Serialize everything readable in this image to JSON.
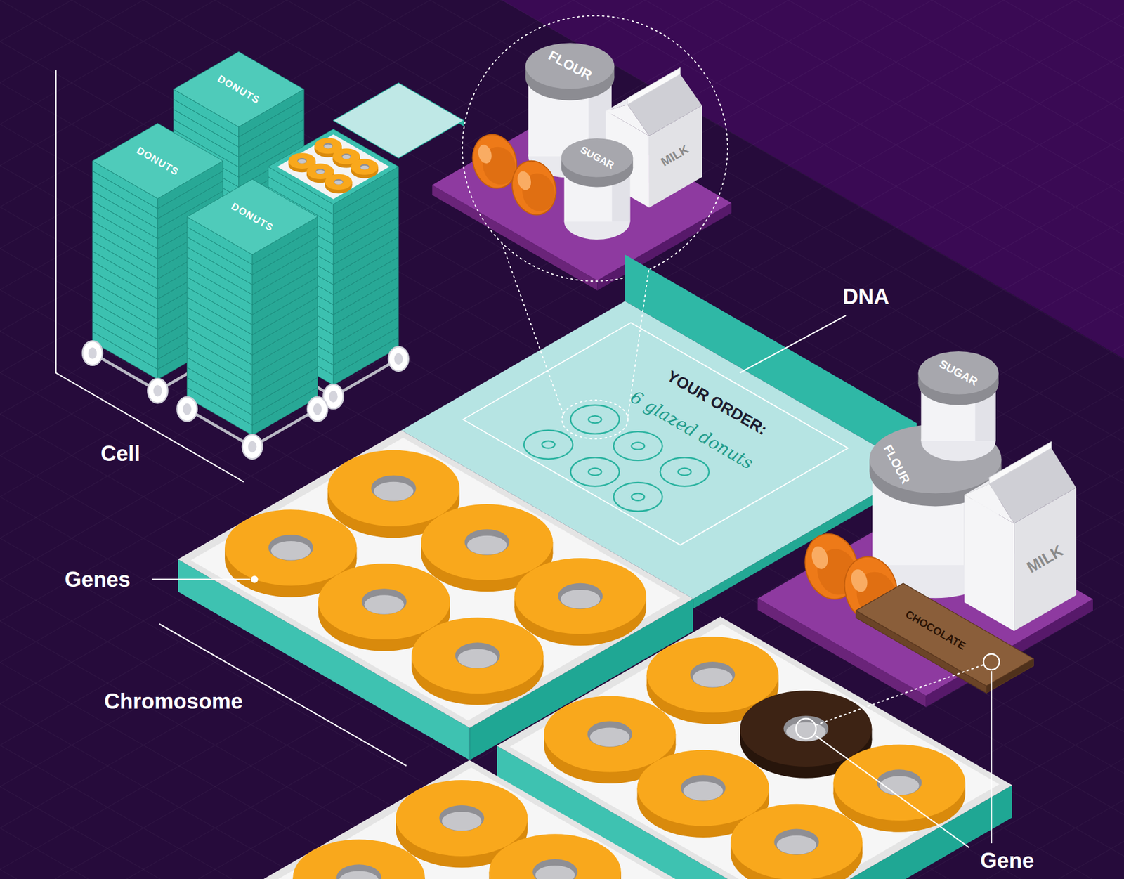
{
  "diagram": {
    "labels": [
      "DONUTS",
      "DONUTS",
      "DONUTS",
      "FLOUR",
      "SUGAR",
      "MILK",
      "DNA",
      "YOUR ORDER:",
      "6 glazed donuts",
      "Cell",
      "SUGAR",
      "FLOUR",
      "MILK",
      "Genes",
      "CHOCOLATE",
      "Chromosome",
      "Gene"
    ]
  }
}
